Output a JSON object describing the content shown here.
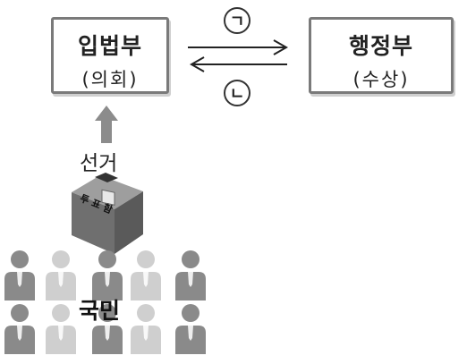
{
  "legislature": {
    "name": "입법부",
    "sub": "(의회)"
  },
  "executive": {
    "name": "행정부",
    "sub": "(수상)"
  },
  "arrows": {
    "upper_marker": "ㄱ",
    "lower_marker": "ㄴ"
  },
  "election": {
    "label": "선거"
  },
  "ballot_box": {
    "label": "투 표 함"
  },
  "people": {
    "label": "국민"
  },
  "icons": [
    "arrow-up-icon",
    "ballot-box-icon",
    "person-icon"
  ],
  "colors": {
    "box_border": "#7a7a7a",
    "arrow_up": "#8c8c8c",
    "ballot_box": "#6f6f6f",
    "person_dark": "#8a8a8a",
    "person_light": "#cfcfcf"
  }
}
